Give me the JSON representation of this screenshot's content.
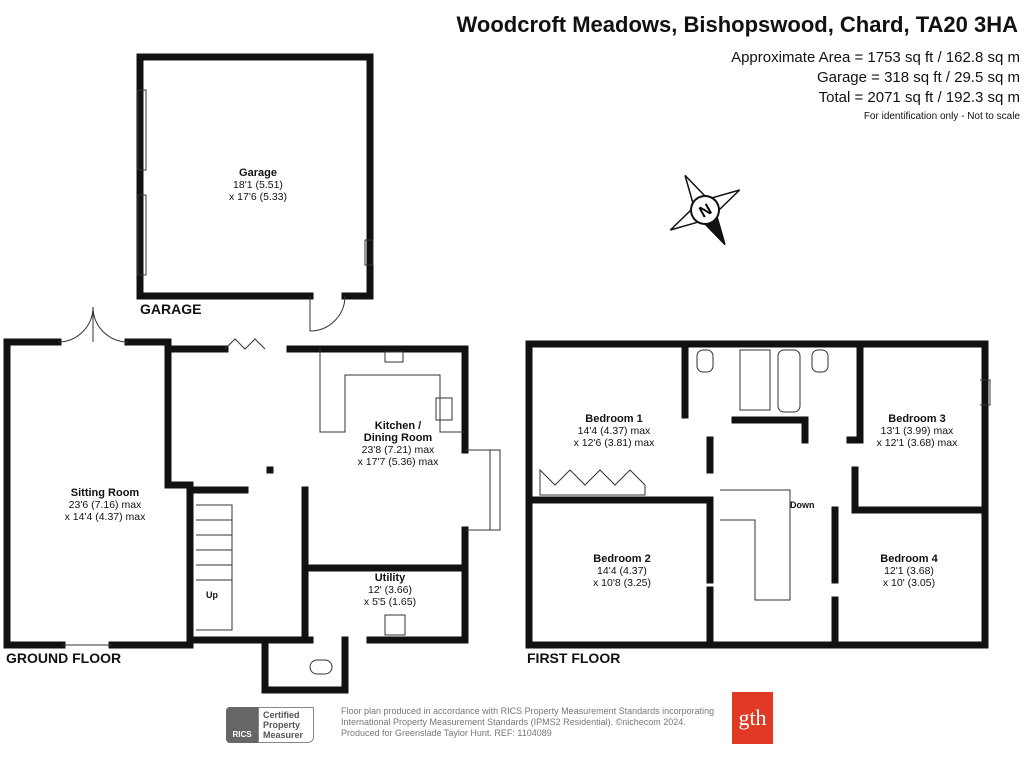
{
  "header": {
    "title": "Woodcroft Meadows, Bishopswood, Chard, TA20 3HA",
    "areas": [
      "Approximate Area = 1753 sq ft / 162.8 sq m",
      "Garage = 318 sq ft / 29.5 sq m",
      "Total = 2071 sq ft / 192.3 sq m"
    ],
    "note": "For identification only - Not to scale"
  },
  "compass": {
    "label": "N"
  },
  "floors": {
    "garage": "GARAGE",
    "ground": "GROUND FLOOR",
    "first": "FIRST FLOOR"
  },
  "rooms": {
    "garage": {
      "name": "Garage",
      "dim1": "18'1 (5.51)",
      "dim2": "x 17'6 (5.33)"
    },
    "sitting": {
      "name": "Sitting Room",
      "dim1": "23'6 (7.16)  max",
      "dim2": "x 14'4 (4.37) max"
    },
    "kitchen": {
      "name1": "Kitchen /",
      "name2": "Dining Room",
      "dim1": "23'8 (7.21) max",
      "dim2": "x 17'7 (5.36) max"
    },
    "utility": {
      "name": "Utility",
      "dim1": "12' (3.66)",
      "dim2": "x 5'5 (1.65)"
    },
    "bed1": {
      "name": "Bedroom 1",
      "dim1": "14'4 (4.37) max",
      "dim2": "x 12'6 (3.81) max"
    },
    "bed2": {
      "name": "Bedroom 2",
      "dim1": "14'4 (4.37)",
      "dim2": "x 10'8 (3.25)"
    },
    "bed3": {
      "name": "Bedroom 3",
      "dim1": "13'1 (3.99) max",
      "dim2": "x 12'1 (3.68) max"
    },
    "bed4": {
      "name": "Bedroom 4",
      "dim1": "12'1 (3.68)",
      "dim2": "x 10' (3.05)"
    }
  },
  "stairs": {
    "up": "Up",
    "down": "Down"
  },
  "footer": {
    "rics_short": "RICS",
    "rics_badge": [
      "Certified",
      "Property",
      "Measurer"
    ],
    "lines": [
      "Floor plan produced in accordance with RICS Property Measurement Standards incorporating",
      "International Property Measurement Standards (IPMS2 Residential).   ©nichecom 2024.",
      "Produced for Greenslade Taylor Hunt.   REF:  1104089"
    ],
    "agent_logo": "gth"
  },
  "colors": {
    "wall": "#111111",
    "brand": "#e03a24"
  }
}
